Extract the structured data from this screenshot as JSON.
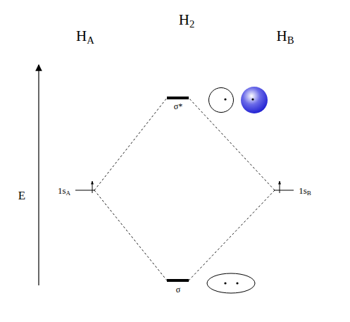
{
  "diagram": {
    "labels": [
      "H2",
      "HA",
      "HB",
      "E",
      "1sA",
      "1sB",
      "σ*",
      "σ"
    ]
  }
}
